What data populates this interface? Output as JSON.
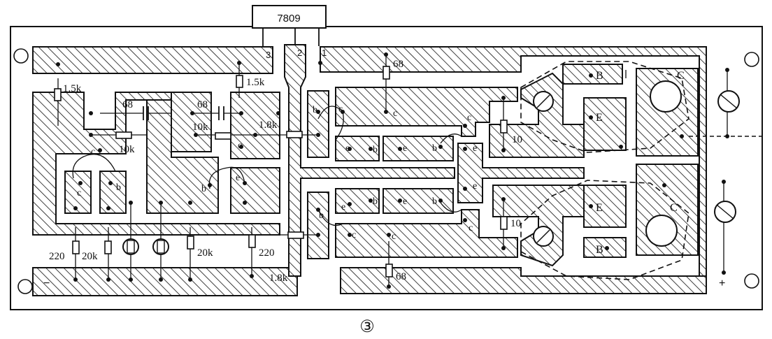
{
  "regulator": {
    "label": "7809",
    "pins": [
      "3",
      "2",
      "1"
    ]
  },
  "figure_number": "③",
  "resistors": {
    "r_top_left": "1.5k",
    "r_top_mid": "1.5k",
    "r_top_right": "68",
    "r_bottom_right": "68",
    "r_10k_a": "10k",
    "r_10k_b": "10k",
    "r_1_8k_a": "1.8k",
    "r_1_8k_b": "1.8k",
    "r_10_a": "10",
    "r_10_b": "10",
    "r_220_a": "220",
    "r_220_b": "220",
    "r_20k_a": "20k",
    "r_20k_b": "20k"
  },
  "capacitors": {
    "c_left": "68",
    "c_mid": "68"
  },
  "terminals": {
    "b": "b",
    "c": "c",
    "e": "e",
    "B": "B",
    "C": "C",
    "E": "E",
    "minus": "−",
    "plus": "+"
  },
  "colors": {
    "ink": "#111111",
    "paper": "#ffffff"
  }
}
